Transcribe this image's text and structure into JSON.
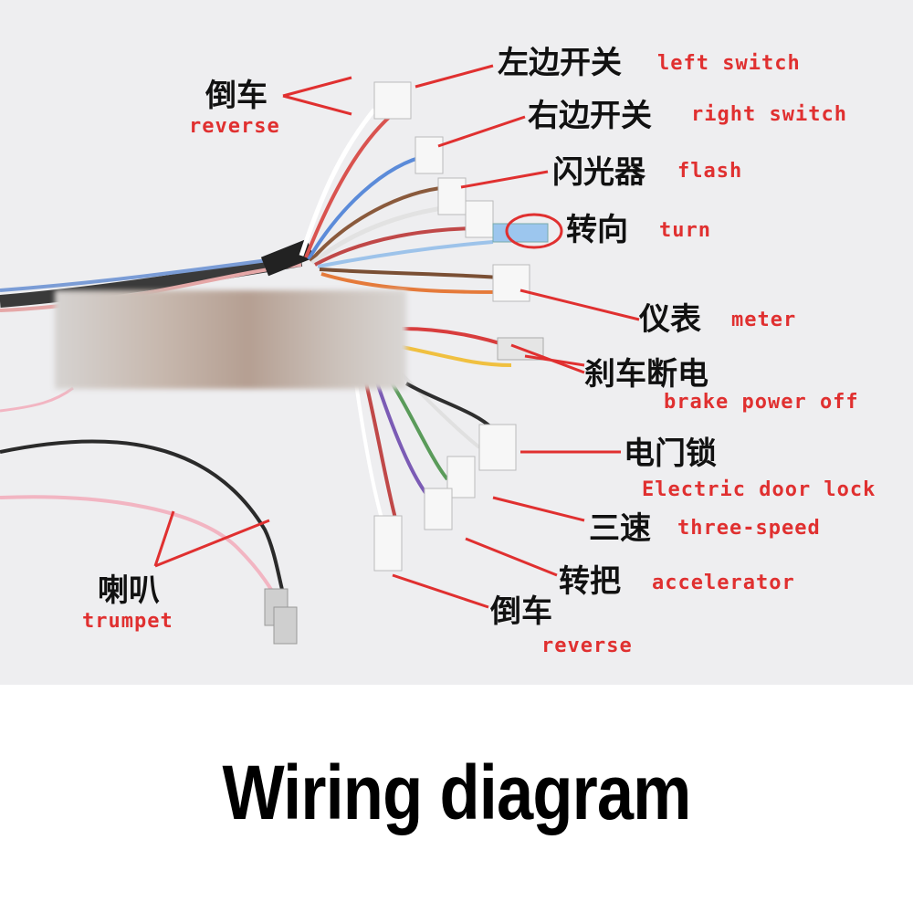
{
  "labels": [
    {
      "cn": "倒车",
      "en": "reverse"
    },
    {
      "cn": "左边开关",
      "en": "left switch"
    },
    {
      "cn": "右边开关",
      "en": "right switch"
    },
    {
      "cn": "闪光器",
      "en": "flash"
    },
    {
      "cn": "转向",
      "en": "turn"
    },
    {
      "cn": "仪表",
      "en": "meter"
    },
    {
      "cn": "刹车断电",
      "en": "brake power off"
    },
    {
      "cn": "电门锁",
      "en": "Electric door lock"
    },
    {
      "cn": "三速",
      "en": "three-speed"
    },
    {
      "cn": "转把",
      "en": "accelerator"
    },
    {
      "cn": "倒车",
      "en": "reverse"
    },
    {
      "cn": "喇叭",
      "en": "trumpet"
    }
  ],
  "caption": "Wiring diagram",
  "colors": {
    "label_en": "#e03030",
    "label_cn": "#111111",
    "pointer": "#e03030",
    "background": "#eeeef0"
  }
}
